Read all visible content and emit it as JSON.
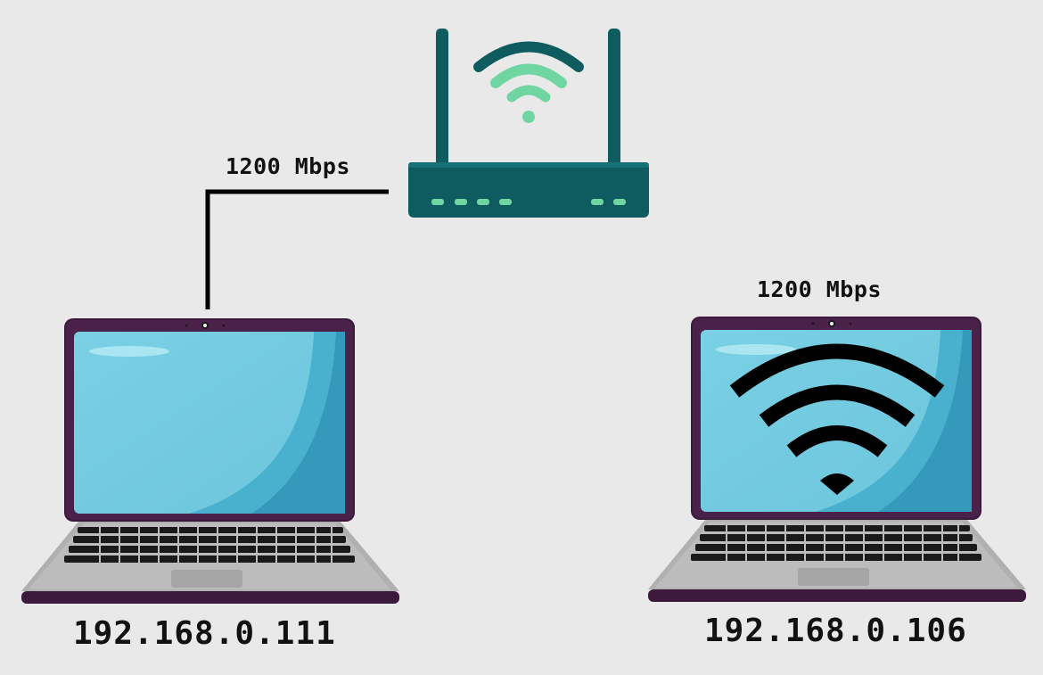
{
  "diagram": {
    "router": {
      "name": "router",
      "icon": "router-icon"
    },
    "wired_link": {
      "speed_label": "1200 Mbps"
    },
    "wireless_link": {
      "speed_label": "1200 Mbps"
    },
    "laptop_left": {
      "ip": "192.168.0.111",
      "icon": "laptop-icon",
      "connection": "wired"
    },
    "laptop_right": {
      "ip": "192.168.0.106",
      "icon": "laptop-icon",
      "connection": "wifi"
    }
  },
  "colors": {
    "background": "#e9e9e9",
    "router_body": "#0f5c60",
    "router_wifi": "#6fd6a2",
    "laptop_frame": "#3c1a3e",
    "screen": "#74cbe0",
    "cable": "#000000"
  }
}
